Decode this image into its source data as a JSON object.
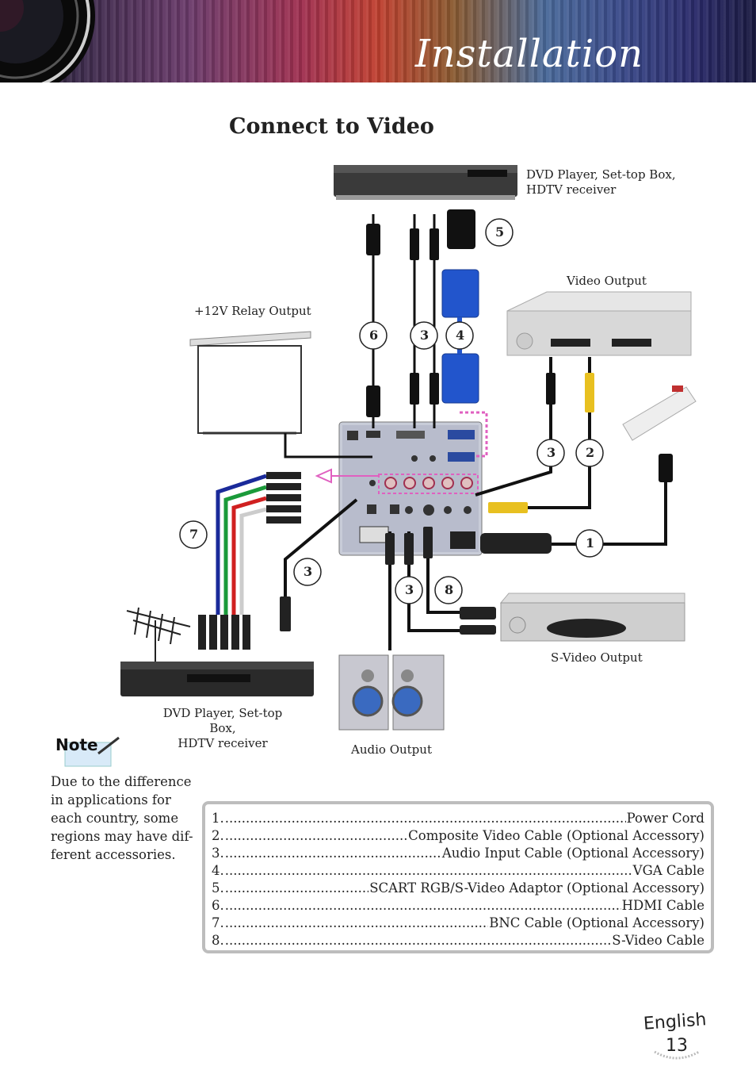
{
  "header": {
    "title": "Installation"
  },
  "section": {
    "title": "Connect to Video"
  },
  "labels": {
    "dvd_top": [
      "DVD Player, Set-top Box,",
      "HDTV receiver"
    ],
    "video_output": "Video Output",
    "relay_output": "+12V Relay Output",
    "svideo_output": "S-Video Output",
    "audio_output": "Audio Output",
    "dvd_bottom": [
      "DVD Player, Set-top Box,",
      "HDTV receiver"
    ]
  },
  "callouts": [
    "5",
    "6",
    "3",
    "4",
    "3",
    "2",
    "7",
    "1",
    "3",
    "3",
    "8"
  ],
  "note": {
    "logo_text": "Note",
    "lines": [
      "Due to the difference",
      "in applications for",
      "each country, some",
      "regions may have dif-",
      "ferent accessories."
    ]
  },
  "legend": [
    {
      "num": "1.",
      "desc": "Power Cord"
    },
    {
      "num": "2.",
      "desc": "Composite Video Cable (Optional Accessory)"
    },
    {
      "num": "3.",
      "desc": "Audio Input Cable (Optional Accessory)"
    },
    {
      "num": "4.",
      "desc": "VGA Cable"
    },
    {
      "num": "5.",
      "desc": "SCART RGB/S-Video Adaptor (Optional Accessory)"
    },
    {
      "num": "6.",
      "desc": "HDMI Cable"
    },
    {
      "num": "7.",
      "desc": "BNC Cable (Optional Accessory)"
    },
    {
      "num": "8.",
      "desc": "S-Video Cable"
    }
  ],
  "footer": {
    "language": "English",
    "page": "13"
  },
  "colors": {
    "cable": "#111111",
    "vga_blue": "#2255cc",
    "rca_yellow": "#e8c020",
    "relay_pink": "#e060c0",
    "legend_border": "#bdbdbd"
  }
}
